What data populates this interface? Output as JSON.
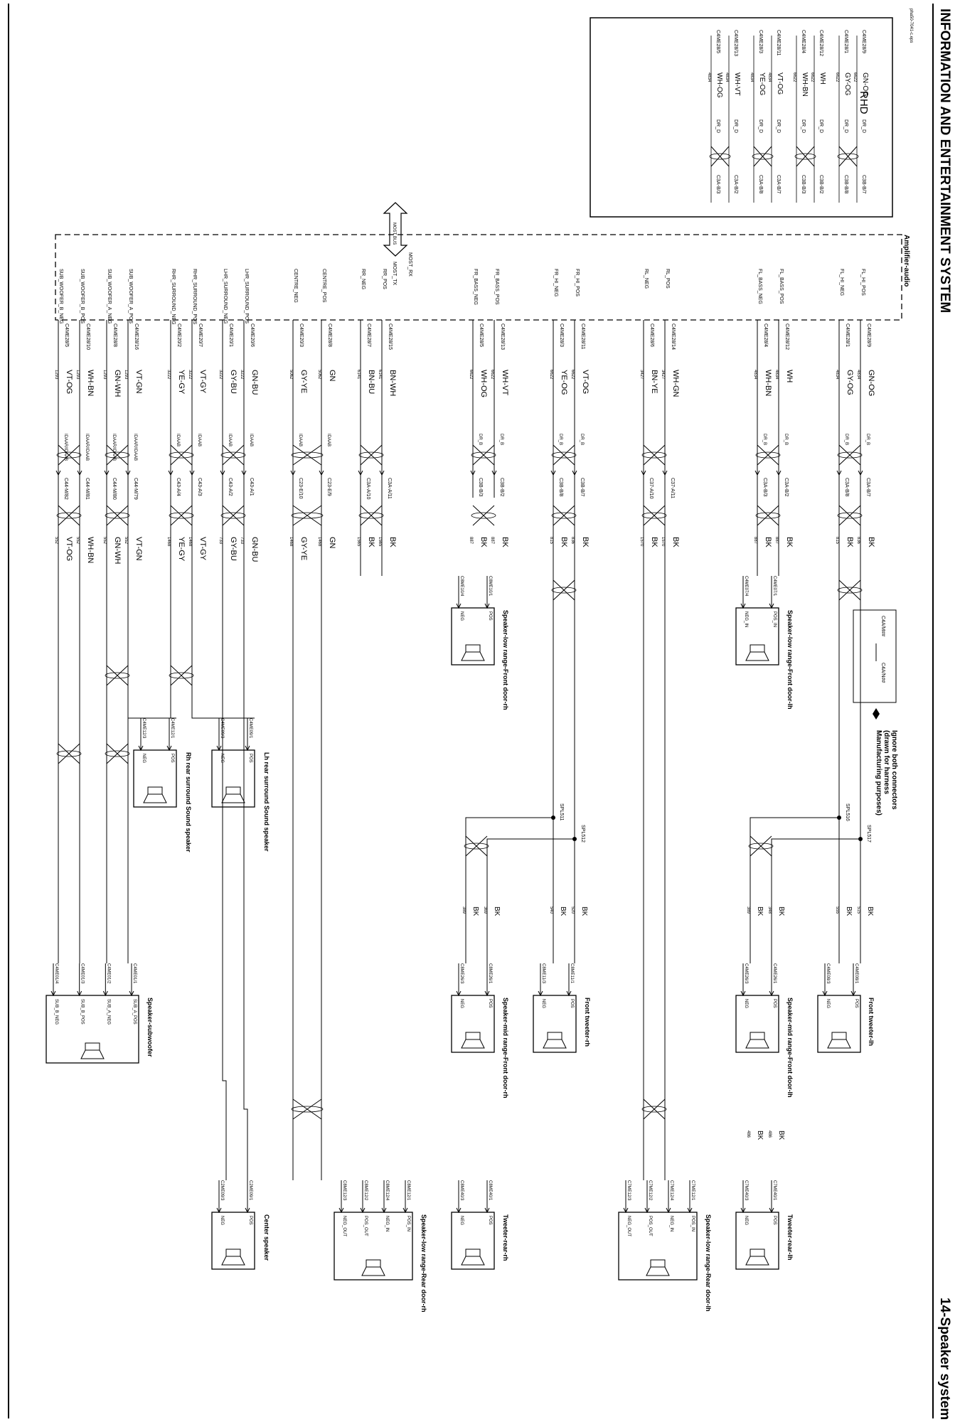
{
  "header": {
    "title": "INFORMATION AND ENTERTAINMENT SYSTEM",
    "section": "14-Speaker system",
    "code": "pha50-7041-c.eps"
  },
  "legend": {
    "left_connector": "C4A/M##",
    "right_connector": "C4A/N##",
    "ignore_line1": "Ignore both connectors",
    "ignore_line2": "(drawn for harness",
    "ignore_line3": "Manufacturing purposes)"
  },
  "rhd_box": {
    "title": "RHD",
    "rows": [
      {
        "conn": "C4ME28/9",
        "color": "GN-OG",
        "circuit": "6622",
        "type": "DR_D",
        "end": "C3B-B/7"
      },
      {
        "conn": "C4ME28/1",
        "color": "GY-OG",
        "circuit": "6622",
        "type": "DR_D",
        "end": "C3B-B/8"
      },
      {
        "conn": "C4ME28/12",
        "color": "WH",
        "circuit": "6622",
        "type": "DR_D",
        "end": "C3B-B/2"
      },
      {
        "conn": "C4ME28/4",
        "color": "WH-BN",
        "circuit": "6622",
        "type": "DR_D",
        "end": "C3B-B/3"
      },
      {
        "conn": "C4ME28/11",
        "color": "VT-OG",
        "circuit": "4834",
        "type": "DR_D",
        "end": "C3A-B/7"
      },
      {
        "conn": "C4ME28/3",
        "color": "YE-OG",
        "circuit": "4834",
        "type": "DR_D",
        "end": "C3A-B/8"
      },
      {
        "conn": "C4ME28/13",
        "color": "WH-VT",
        "circuit": "4834",
        "type": "DR_D",
        "end": "C3A-B/2"
      },
      {
        "conn": "C4ME28/5",
        "color": "WH-OG",
        "circuit": "4834",
        "type": "DR_D",
        "end": "C3A-B/3"
      }
    ]
  },
  "amplifier": {
    "title": "Amplifier-audio",
    "most_bus": "MOST BUS",
    "most_rx": "MOST_RX",
    "most_tx": "MOST_TX"
  },
  "signals": [
    {
      "pin": "FL_HI_POS",
      "conn": "C4ME28/9",
      "color": "GN-OG",
      "circuit": "4834",
      "type": "DR_B",
      "splice": "C3A-B/7",
      "color2": "BK",
      "circuit2": "836"
    },
    {
      "pin": "FL_HI_NEG",
      "conn": "C4ME28/1",
      "color": "GY-OG",
      "circuit": "4834",
      "type": "DR_B",
      "splice": "C3A-B/8",
      "color2": "BK",
      "circuit2": "815"
    },
    {
      "pin": "FL_BASS_POS",
      "conn": "C4ME28/12",
      "color": "WH",
      "circuit": "4834",
      "type": "DR_B",
      "splice": "C3A-B/2",
      "color2": "BK",
      "circuit2": "887"
    },
    {
      "pin": "FL_BASS_NEG",
      "conn": "C4ME28/4",
      "color": "WH-BN",
      "circuit": "4834",
      "type": "DR_B",
      "splice": "C3A-B/3",
      "color2": "BK",
      "circuit2": "887"
    },
    {
      "pin": "RL_POS",
      "conn": "C4ME28/14",
      "color": "WH-GN",
      "circuit": "3427",
      "type": "",
      "splice": "C37-A/11",
      "color2": "BK",
      "circuit2": "1570"
    },
    {
      "pin": "RL_NEG",
      "conn": "C4ME28/6",
      "color": "BN-YE",
      "circuit": "3427",
      "type": "",
      "splice": "C37-A/10",
      "color2": "BK",
      "circuit2": "1570"
    },
    {
      "pin": "FR_HI_POS",
      "conn": "C4ME28/11",
      "color": "VT-OG",
      "circuit": "6622",
      "type": "DR_B",
      "splice": "C3B-B/7",
      "color2": "BK",
      "circuit2": "836"
    },
    {
      "pin": "FR_HI_NEG",
      "conn": "C4ME28/3",
      "color": "YE-OG",
      "circuit": "6622",
      "type": "DR_B",
      "splice": "C3B-B/8",
      "color2": "BK",
      "circuit2": "815"
    },
    {
      "pin": "FR_BASS_POS",
      "conn": "C4ME28/13",
      "color": "WH-VT",
      "circuit": "6622",
      "type": "DR_B",
      "splice": "C3B-B/2",
      "color2": "BK",
      "circuit2": "887"
    },
    {
      "pin": "FR_BASS_NEG",
      "conn": "C4ME28/5",
      "color": "WH-OG",
      "circuit": "6622",
      "type": "DR_B",
      "splice": "C3B-B/3",
      "color2": "BK",
      "circuit2": "887"
    },
    {
      "pin": "RR_POS",
      "conn": "C4ME28/15",
      "color": "BN-WH",
      "circuit": "6141",
      "type": "",
      "splice": "C3A-A/11",
      "color2": "BK",
      "circuit2": "1565"
    },
    {
      "pin": "RR_NEG",
      "conn": "C4ME28/7",
      "color": "BN-BU",
      "circuit": "6141",
      "type": "",
      "splice": "C3A-A/10",
      "color2": "BK",
      "circuit2": "1565"
    },
    {
      "pin": "CENTRE_POS",
      "conn": "C4ME28/8",
      "color": "GN",
      "circuit": "5062",
      "type": "IDAAB",
      "splice": "C23-E/9",
      "color2": "GN",
      "circuit2": "1468"
    },
    {
      "pin": "CENTRE_NEG",
      "conn": "C4ME20/3",
      "color": "GY-YE",
      "circuit": "5062",
      "type": "IDAAB",
      "splice": "C23-E/10",
      "color2": "GY-YE",
      "circuit2": "1468"
    },
    {
      "pin": "LHR_SURROUND_POS",
      "conn": "C4ME20/6",
      "color": "GN-BU",
      "circuit": "3222",
      "type": "IDAAB",
      "splice": "C43-A/1",
      "color2": "GN-BU",
      "circuit2": "733"
    },
    {
      "pin": "LHR_SURROUND_NEG",
      "conn": "C4ME20/1",
      "color": "GY-BU",
      "circuit": "3222",
      "type": "IDAAB",
      "splice": "C43-A/2",
      "color2": "GY-BU",
      "circuit2": "733"
    },
    {
      "pin": "RHR_SURROUND_POS",
      "conn": "C4ME20/7",
      "color": "VT-GY",
      "circuit": "3222",
      "type": "IDAAB",
      "splice": "C43-A/3",
      "color2": "VT-GY",
      "circuit2": "1468"
    },
    {
      "pin": "RHR_SURROUND_NEG",
      "conn": "C4ME20/2",
      "color": "YE-GY",
      "circuit": "3222",
      "type": "IDAAB",
      "splice": "C43-A/4",
      "color2": "YE-GY",
      "circuit2": "1468"
    },
    {
      "pin": "SUB_WOOFER_A_POS",
      "conn": "C4ME28/16",
      "color": "VT-GN",
      "circuit": "1293",
      "type": "IDAAR/IDAAB",
      "splice": "C44-M/79",
      "color2": "VT-GN",
      "circuit2": "552"
    },
    {
      "pin": "SUB_WOOFER_A_NEG",
      "conn": "C4ME28/8",
      "color": "GN-WH",
      "circuit": "1293",
      "type": "IDAAR/IDAAB",
      "splice": "C44-M/80",
      "color2": "GN-WH",
      "circuit2": "552"
    },
    {
      "pin": "SUB_WOOFER_B_POS",
      "conn": "C4ME28/10",
      "color": "WH-BN",
      "circuit": "1293",
      "type": "IDAAR/IDAAB",
      "splice": "C44-M/81",
      "color2": "WH-BN",
      "circuit2": "552"
    },
    {
      "pin": "SUB_WOOFER_B_NEG",
      "conn": "C4ME28/5",
      "color": "VT-OG",
      "circuit": "1293",
      "type": "IDAAR/IDAAB",
      "splice": "C44-M/82",
      "color2": "VT-OG",
      "circuit2": "552"
    }
  ],
  "components": [
    {
      "name": "Speaker-low range-Front door-lh",
      "pins": [
        "POS_IN",
        "NEG_IN"
      ],
      "conns": [
        "C4ME07/1",
        "C4ME07/4"
      ]
    },
    {
      "name": "Speaker-low range-Front door-rh",
      "pins": [
        "POS",
        "NEG"
      ],
      "conns": [
        "C8ME10/1",
        "C8ME10/4"
      ]
    },
    {
      "name": "Lh rear surround Sound speaker",
      "pins": [
        "POS",
        "NEG"
      ],
      "conns": [
        "C4ME09/1",
        "C4ME09/3"
      ]
    },
    {
      "name": "Rh rear surround Sound speaker",
      "pins": [
        "POS",
        "NEG"
      ],
      "conns": [
        "C4ME12/1",
        "C4ME12/3"
      ]
    },
    {
      "name": "Front tweeter-lh",
      "pins": [
        "POS",
        "NEG"
      ],
      "conns": [
        "C4ME08/1",
        "C4ME08/3"
      ]
    },
    {
      "name": "Speaker-mid range-Front door-lh",
      "pins": [
        "POS",
        "NEG"
      ],
      "conns": [
        "C4ME26/1",
        "C4ME26/3"
      ]
    },
    {
      "name": "Front tweeter-rh",
      "pins": [
        "POS",
        "NEG"
      ],
      "conns": [
        "C8ME11/1",
        "C8ME11/3"
      ]
    },
    {
      "name": "Speaker-mid range-Front door-rh",
      "pins": [
        "POS",
        "NEG"
      ],
      "conns": [
        "C8ME26/1",
        "C8ME26/3"
      ]
    },
    {
      "name": "Speaker-subwoofer",
      "pins": [
        "SUB_A_POS",
        "SUB_A_NEG",
        "SUB_B_POS",
        "SUB_B_NEG"
      ],
      "conns": [
        "C4ME01/1",
        "C4ME01/2",
        "C4ME01/3",
        "C4ME01/4"
      ]
    },
    {
      "name": "Tweeter-rear-lh",
      "pins": [
        "POS",
        "NEG"
      ],
      "conns": [
        "C7ME40/1",
        "C7ME40/3"
      ]
    },
    {
      "name": "Speaker-low range-Rear door-lh",
      "pins": [
        "POS_IN",
        "NEG_IN",
        "POS_OUT",
        "NEG_OUT"
      ],
      "conns": [
        "C7ME12/1",
        "C7ME12/4",
        "C7ME12/2",
        "C7ME12/3"
      ]
    },
    {
      "name": "Tweeter-rear-rh",
      "pins": [
        "POS",
        "NEG"
      ],
      "conns": [
        "C8ME40/1",
        "C8ME40/3"
      ]
    },
    {
      "name": "Speaker-low range-Rear door-rh",
      "pins": [
        "POS_IN",
        "NEG_IN",
        "POS_OUT",
        "NEG_OUT"
      ],
      "conns": [
        "C8ME12/1",
        "C8ME12/4",
        "C8ME12/2",
        "C8ME12/3"
      ]
    },
    {
      "name": "Center speaker",
      "pins": [
        "POS",
        "NEG"
      ],
      "conns": [
        "C2ME09/1",
        "C2ME09/3"
      ]
    }
  ],
  "splices": [
    "SPL516",
    "SPL517",
    "SPL511",
    "SPL512"
  ],
  "wires_extra": [
    {
      "color": "BK",
      "circuit": "515"
    },
    {
      "color": "BK",
      "circuit": "555"
    },
    {
      "color": "BK",
      "circuit": "348"
    },
    {
      "color": "BK",
      "circuit": "389"
    },
    {
      "color": "BK",
      "circuit": "520"
    },
    {
      "color": "BK",
      "circuit": "540"
    },
    {
      "color": "BK",
      "circuit": "369"
    },
    {
      "color": "BK",
      "circuit": "389"
    },
    {
      "color": "BK",
      "circuit": "486"
    },
    {
      "color": "BK",
      "circuit": "486"
    }
  ]
}
